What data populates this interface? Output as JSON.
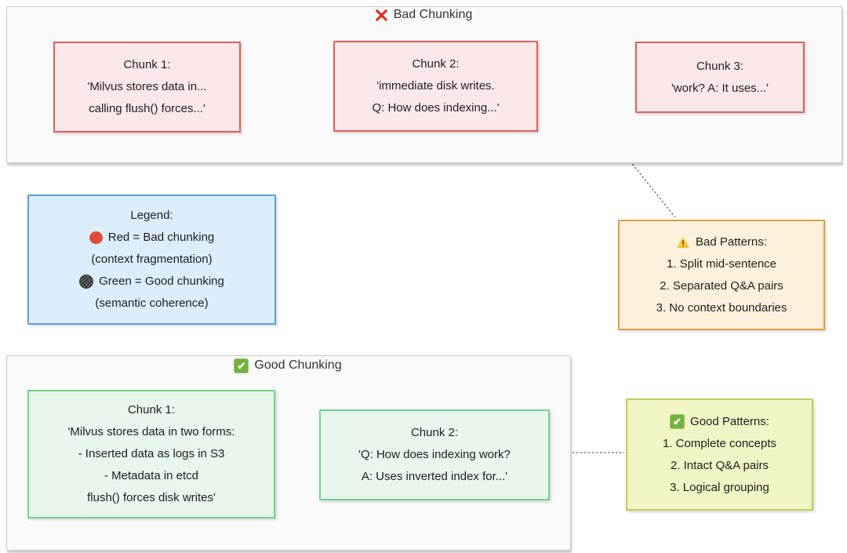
{
  "diagram": {
    "bad_section": {
      "title": "Bad Chunking",
      "title_icon": "cross-mark",
      "chunks": [
        {
          "lines": [
            "Chunk 1:",
            "'Milvus stores data in...",
            "calling flush() forces...'"
          ]
        },
        {
          "lines": [
            "Chunk 2:",
            "'immediate disk writes.",
            "Q: How does indexing...'"
          ]
        },
        {
          "lines": [
            "Chunk 3:",
            "'work? A: It uses...'"
          ]
        }
      ]
    },
    "good_section": {
      "title": "Good Chunking",
      "title_icon": "check-mark",
      "chunks": [
        {
          "lines": [
            "Chunk 1:",
            "'Milvus stores data in two forms:",
            "- Inserted data as logs in S3",
            "- Metadata in etcd",
            "flush() forces disk writes'"
          ]
        },
        {
          "lines": [
            "Chunk 2:",
            "'Q: How does indexing work?",
            "A: Uses inverted index for...'"
          ]
        }
      ]
    },
    "legend": {
      "title": "Legend:",
      "red_icon": "red-circle",
      "red_label": "Red = Bad chunking",
      "red_note": "(context fragmentation)",
      "green_icon": "patterned-circle",
      "green_label": "Green = Good chunking",
      "green_note": "(semantic coherence)"
    },
    "bad_patterns": {
      "title_icon": "warning-triangle",
      "title": "Bad Patterns:",
      "items": [
        "1. Split mid-sentence",
        "2. Separated Q&A pairs",
        "3. No context boundaries"
      ]
    },
    "good_patterns": {
      "title_icon": "check-mark",
      "title": "Good Patterns:",
      "items": [
        "1. Complete concepts",
        "2. Intact Q&A pairs",
        "3. Logical grouping"
      ]
    },
    "colors": {
      "bad_node_fill": "#fbe9e9",
      "bad_node_border": "#e25d5d",
      "good_node_fill": "#e8f6ec",
      "good_node_border": "#74d18c",
      "legend_fill": "#dcedfb",
      "legend_border": "#5d9fe0",
      "bad_patterns_fill": "#fdf1dd",
      "bad_patterns_border": "#e29e45",
      "good_patterns_fill": "#f1f4c5",
      "good_patterns_border": "#c3ca55",
      "container_fill": "#fafafa",
      "container_border": "#c9c9c9",
      "edge_color": "#666666",
      "cross_red": "#d93025",
      "check_green": "#76b041",
      "warning_yellow": "#f5c542"
    }
  }
}
